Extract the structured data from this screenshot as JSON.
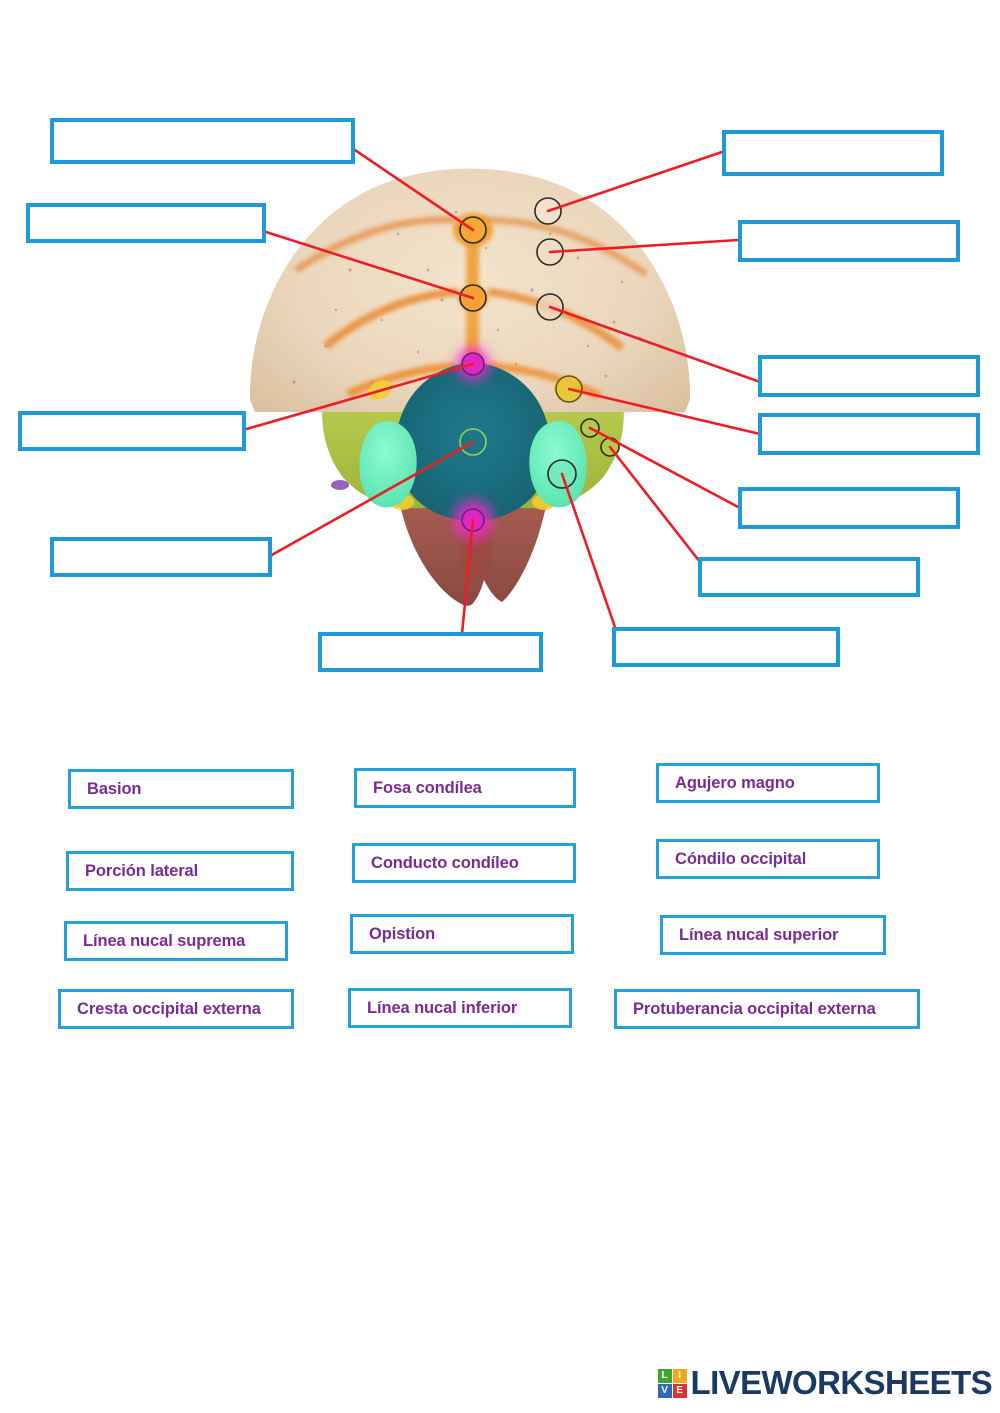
{
  "worksheet": {
    "title": "Hueso occipital - vista posterior (etiquetado)",
    "accent_blue": "#1E9BD7",
    "bank_blue": "#24A0DB",
    "label_purple": "#7B2C91",
    "leader_red": "#ED1C24"
  },
  "answer_boxes": [
    {
      "id": "box-1",
      "value": "",
      "placeholder": ""
    },
    {
      "id": "box-2",
      "value": "",
      "placeholder": ""
    },
    {
      "id": "box-3",
      "value": "",
      "placeholder": ""
    },
    {
      "id": "box-4",
      "value": "",
      "placeholder": ""
    },
    {
      "id": "box-5",
      "value": "",
      "placeholder": ""
    },
    {
      "id": "box-6",
      "value": "",
      "placeholder": ""
    },
    {
      "id": "box-7",
      "value": "",
      "placeholder": ""
    },
    {
      "id": "box-8",
      "value": "",
      "placeholder": ""
    },
    {
      "id": "box-9",
      "value": "",
      "placeholder": ""
    },
    {
      "id": "box-10",
      "value": "",
      "placeholder": ""
    },
    {
      "id": "box-11",
      "value": "",
      "placeholder": ""
    },
    {
      "id": "box-12",
      "value": "",
      "placeholder": ""
    }
  ],
  "word_bank": {
    "column_1": [
      {
        "label": "Basion"
      },
      {
        "label": "Porción lateral"
      },
      {
        "label": "Línea nucal suprema"
      },
      {
        "label": "Cresta occipital externa"
      }
    ],
    "column_2": [
      {
        "label": "Fosa condílea"
      },
      {
        "label": "Conducto condíleo"
      },
      {
        "label": "Opistion"
      },
      {
        "label": "Línea nucal inferior"
      }
    ],
    "column_3": [
      {
        "label": "Agujero magno"
      },
      {
        "label": "Cóndilo occipital"
      },
      {
        "label": "Línea nucal superior"
      },
      {
        "label": "Protuberancia occipital externa"
      }
    ]
  },
  "figure": {
    "name": "occipital-bone-posterior-view",
    "regions": [
      {
        "name": "squamous-part",
        "color": "#E4CCAE"
      },
      {
        "name": "foramen-magnum",
        "color": "#1B6E80"
      },
      {
        "name": "lateral-part-left",
        "color": "#AFC440"
      },
      {
        "name": "lateral-part-right",
        "color": "#AFC440"
      },
      {
        "name": "occipital-condyle-left",
        "color": "#6FF0C0"
      },
      {
        "name": "occipital-condyle-right",
        "color": "#6FF0C0"
      },
      {
        "name": "basilar-part",
        "color": "#9A5248"
      },
      {
        "name": "basion-marker",
        "color": "#E91FC4"
      },
      {
        "name": "opistion-marker",
        "color": "#E91FC4"
      },
      {
        "name": "nuchal-lines",
        "color": "#F08A2E"
      },
      {
        "name": "external-crest",
        "color": "#F0922E"
      },
      {
        "name": "condylar-fossa-left",
        "color": "#F5D23A"
      },
      {
        "name": "condylar-fossa-right",
        "color": "#F5D23A"
      }
    ]
  },
  "footer": {
    "logo_tiles": [
      "L",
      "I",
      "V",
      "E"
    ],
    "wordmark": "LIVEWORKSHEETS"
  }
}
